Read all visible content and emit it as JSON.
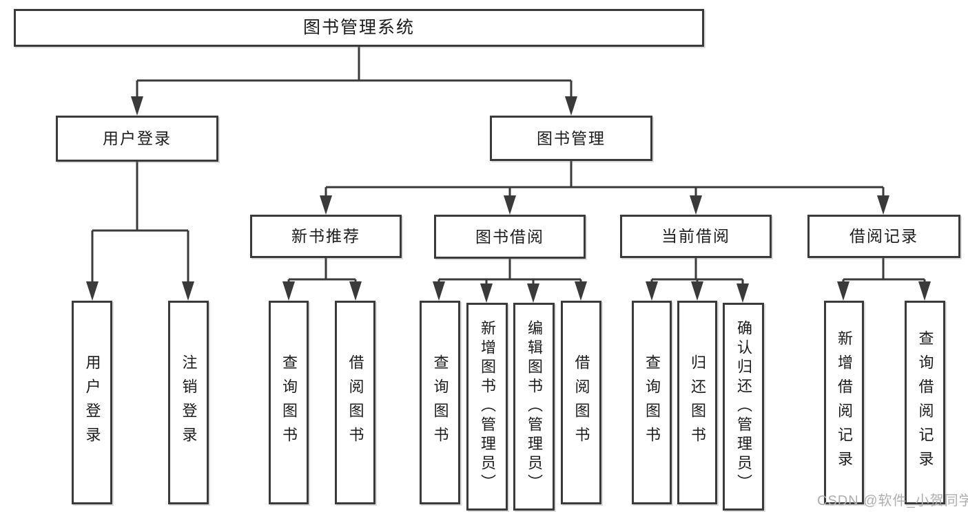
{
  "nodes": {
    "root": "图书管理系统",
    "user_login": "用户登录",
    "book_mgmt": "图书管理",
    "new_book_rec": "新书推荐",
    "book_borrow": "图书借阅",
    "current_borrow": "当前借阅",
    "borrow_records": "借阅记录",
    "leaf_user_login": "用户登录",
    "leaf_logout": "注销登录",
    "leaf_rec_query": "查询图书",
    "leaf_rec_borrow": "借阅图书",
    "leaf_bor_query": "查询图书",
    "leaf_bor_add": "新增图书（管理员）",
    "leaf_bor_edit": "编辑图书（管理员）",
    "leaf_bor_borrow": "借阅图书",
    "leaf_cur_query": "查询图书",
    "leaf_cur_return": "归还图书",
    "leaf_cur_confirm": "确认归还（管理员）",
    "leaf_recd_add": "新增借阅记录",
    "leaf_recd_query": "查询借阅记录"
  },
  "colors": {
    "line": "#3a3a3a",
    "text": "#1c1c1c",
    "background": "#ffffff",
    "watermark": "#aeaeae"
  },
  "watermark": "CSDN @软件_小贺同学"
}
